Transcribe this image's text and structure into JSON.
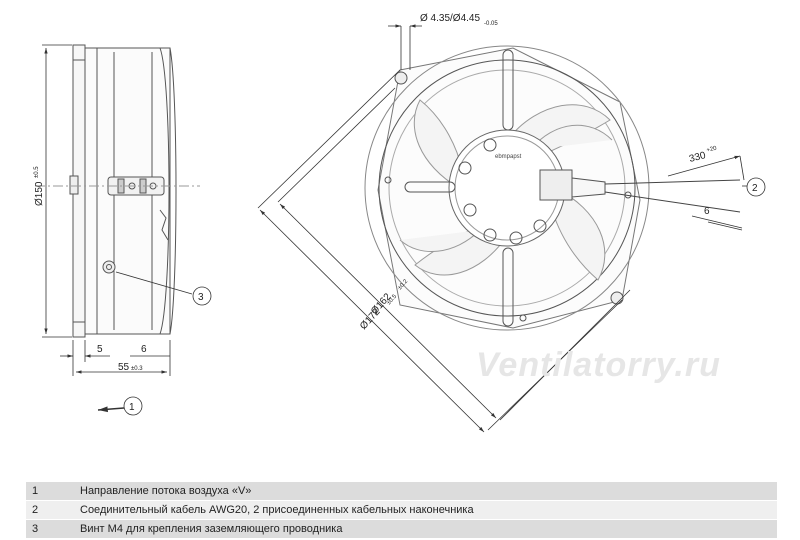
{
  "drawing": {
    "cable_spec": "Ø 4.35/Ø4.45",
    "cable_tol": "-0.05",
    "diameter_150": "Ø150",
    "diameter_150_tol": "±0.5",
    "diameter_162": "Ø162",
    "diameter_162_tol": "±0.2",
    "diameter_172": "Ø172",
    "diameter_172_tol": "±0.5",
    "depth_55": "55",
    "depth_55_tol": "±0.3",
    "dim_5": "5",
    "dim_6_side": "6",
    "cable_len": "330",
    "cable_len_tol": "+20",
    "strip_len": "6",
    "brand_label": "ebmpapst",
    "callout_1": "1",
    "callout_2": "2",
    "callout_3": "3"
  },
  "watermark": "Ventilatorry.ru",
  "legend": [
    {
      "num": "1",
      "text": "Направление потока воздуха «V»"
    },
    {
      "num": "2",
      "text": "Соединительный кабель AWG20, 2 присоединенных кабельных наконечника"
    },
    {
      "num": "3",
      "text": "Винт М4 для крепления заземляющего проводника"
    }
  ]
}
